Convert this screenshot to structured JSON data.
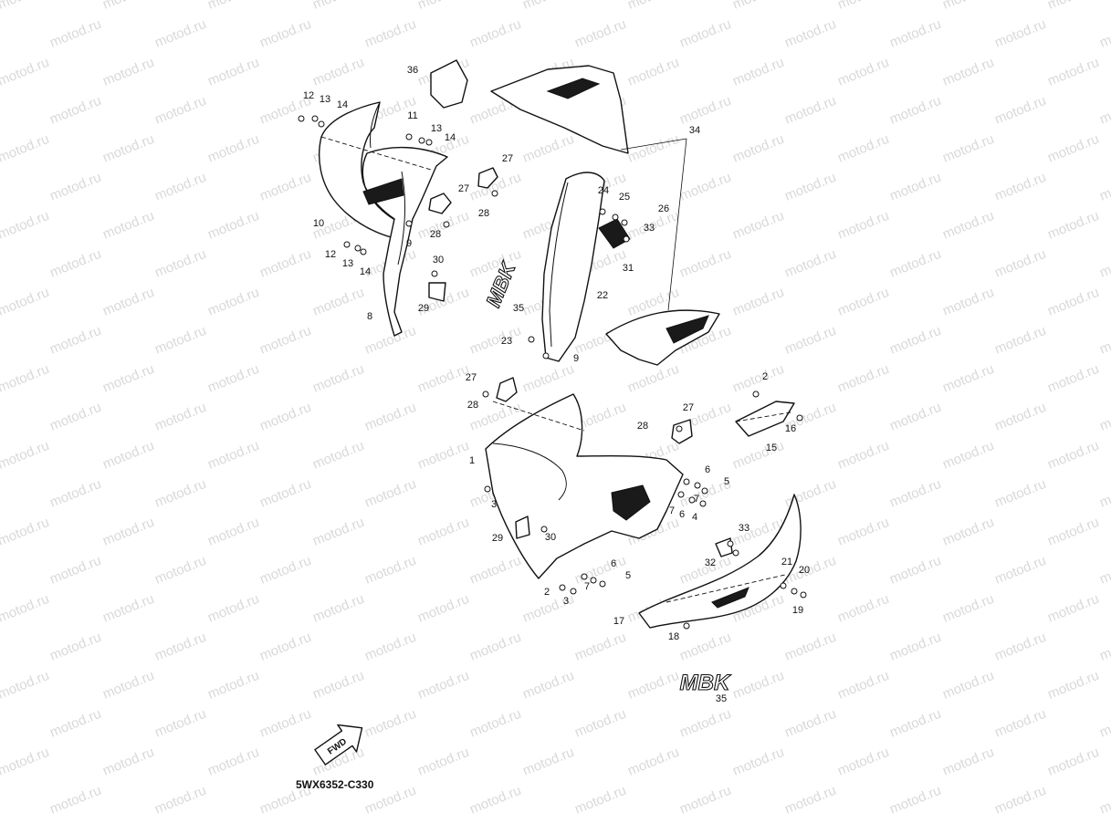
{
  "watermark_text": "motod.ru",
  "diagram_code": "5WX6352-C330",
  "fwd_label": "FWD",
  "brand_label": "MBK",
  "callouts": [
    "1",
    "2",
    "2",
    "3",
    "3",
    "4",
    "5",
    "5",
    "6",
    "6",
    "6",
    "7",
    "7",
    "7",
    "8",
    "9",
    "9",
    "10",
    "11",
    "12",
    "12",
    "13",
    "13",
    "13",
    "14",
    "14",
    "14",
    "15",
    "16",
    "17",
    "18",
    "19",
    "20",
    "21",
    "22",
    "23",
    "24",
    "25",
    "26",
    "27",
    "27",
    "27",
    "27",
    "28",
    "28",
    "28",
    "28",
    "29",
    "29",
    "30",
    "30",
    "31",
    "32",
    "33",
    "33",
    "34",
    "35",
    "35",
    "36"
  ],
  "colors": {
    "ink": "#111111",
    "watermark": "#d9d9d9",
    "background": "#ffffff"
  }
}
